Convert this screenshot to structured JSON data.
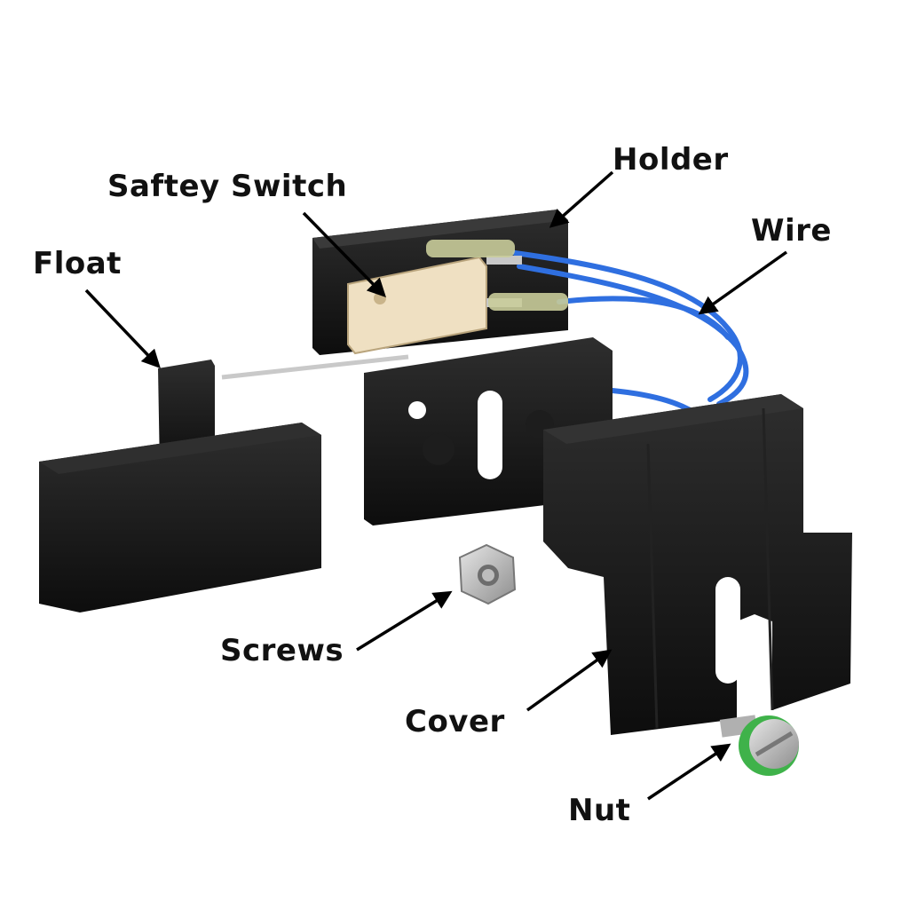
{
  "labels": {
    "holder": "Holder",
    "safety_switch": "Saftey Switch",
    "wire": "Wire",
    "float": "Float",
    "screws": "Screws",
    "cover": "Cover",
    "nut": "Nut"
  },
  "colors": {
    "plastic": "#141414",
    "plastic_highlight": "#2e2e2e",
    "switch_body": "#efe0c2",
    "wire": "#2f6fe0",
    "metal": "#b9b9b9",
    "washer": "#3fb24a",
    "arrow": "#000000"
  }
}
